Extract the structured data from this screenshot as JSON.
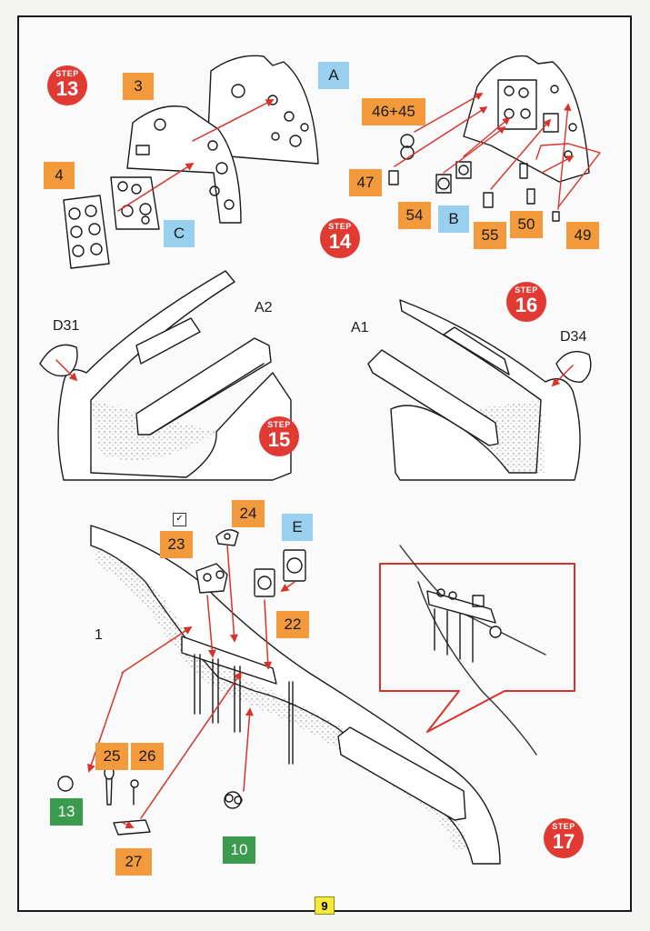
{
  "page_number": "9",
  "steps": {
    "s13": {
      "word": "STEP",
      "num": "13"
    },
    "s14": {
      "word": "STEP",
      "num": "14"
    },
    "s15": {
      "word": "STEP",
      "num": "15"
    },
    "s16": {
      "word": "STEP",
      "num": "16"
    },
    "s17": {
      "word": "STEP",
      "num": "17"
    }
  },
  "tags": {
    "t3": "3",
    "tA": "A",
    "t4": "4",
    "tC": "C",
    "t4645": "46+45",
    "t47": "47",
    "t54": "54",
    "tB": "B",
    "t55": "55",
    "t50": "50",
    "t49": "49",
    "t24": "24",
    "tE": "E",
    "t23": "23",
    "t22": "22",
    "t25": "25",
    "t26": "26",
    "t13": "13",
    "t27": "27",
    "t10": "10"
  },
  "labels": {
    "A2": "A2",
    "A1": "A1",
    "D31": "D31",
    "D34": "D34",
    "one": "1",
    "check": "✓"
  },
  "colors": {
    "step_red": "#e03a33",
    "orange": "#f29a3c",
    "blue": "#9ad0ef",
    "green": "#3a9a4d",
    "arrow": "#d8322a"
  }
}
